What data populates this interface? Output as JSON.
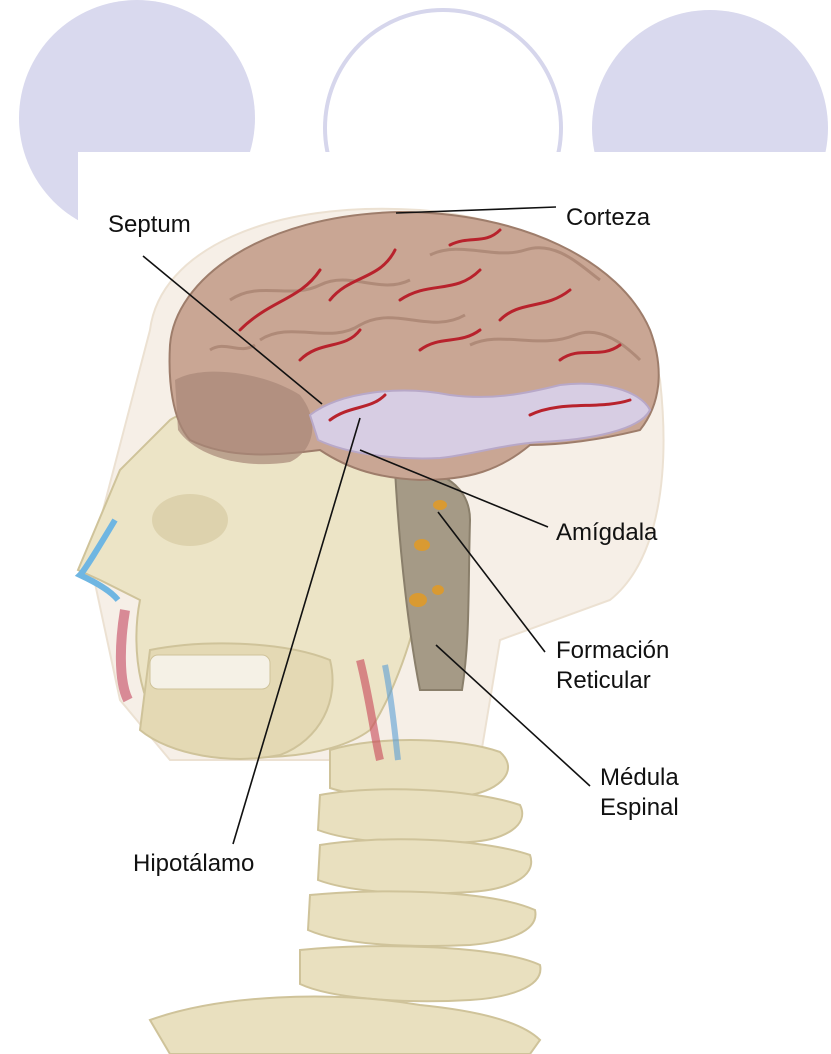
{
  "labels": {
    "septum": "Septum",
    "corteza": "Corteza",
    "amigdala": "Amígdala",
    "formacion": [
      "Formación",
      "Reticular"
    ],
    "medula": [
      "Médula",
      "Espinal"
    ],
    "hipotalamo": "Hipotálamo"
  },
  "colors": {
    "decor_circle": "#d9d9ee",
    "decor_ring": "#d6d6ec",
    "bone": "#ece4c6",
    "brain": "#c9a694",
    "vessel": "#b8222c",
    "limbic": "#d7cde3"
  },
  "icons": {
    "figure": "head-skull-brain-anatomy-illustration"
  }
}
